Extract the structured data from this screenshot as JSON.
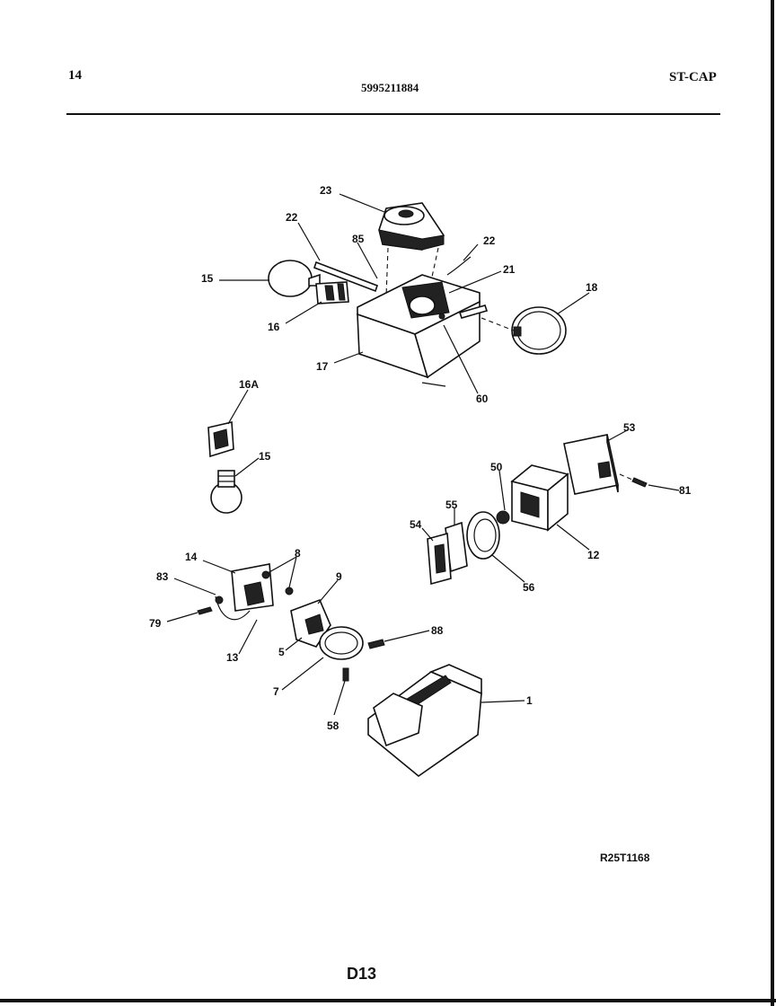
{
  "header": {
    "page_number": "14",
    "part_number": "5995211884",
    "section": "ST-CAP"
  },
  "callouts": {
    "c23": "23",
    "c22a": "22",
    "c22b": "22",
    "c85": "85",
    "c21": "21",
    "c15a": "15",
    "c16": "16",
    "c17": "17",
    "c18": "18",
    "c60": "60",
    "c16a": "16A",
    "c15b": "15",
    "c53": "53",
    "c50": "50",
    "c81": "81",
    "c55": "55",
    "c54": "54",
    "c12": "12",
    "c56": "56",
    "c14": "14",
    "c8": "8",
    "c83": "83",
    "c9": "9",
    "c79": "79",
    "c13": "13",
    "c5": "5",
    "c88": "88",
    "c7": "7",
    "c58": "58",
    "c1": "1"
  },
  "footer": {
    "drawing_ref": "R25T1168",
    "page_label": "D13"
  }
}
